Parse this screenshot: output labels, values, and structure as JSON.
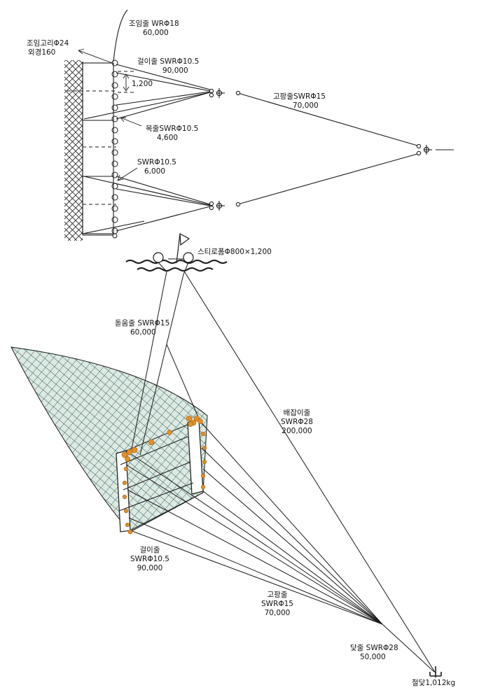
{
  "top_view": {
    "hanging_line_top": {
      "name": "조임줄 WRΦ18",
      "length": "60,000"
    },
    "ring": {
      "name": "조임고리Φ24",
      "detail": "외경160"
    },
    "hook_line": {
      "name": "걸이줄 SWRΦ10.5",
      "length": "90,000"
    },
    "spacing": "1,200",
    "main_line": {
      "name": "고팡줄SWRΦ15",
      "length": "70,000"
    },
    "neck_line": {
      "name": "목줄SWRΦ10.5",
      "length": "4,600"
    },
    "small_line": {
      "name": "SWRΦ10.5",
      "length": "6,000"
    }
  },
  "buoy": {
    "name": "스티로폼Φ800×1,200"
  },
  "side_view": {
    "buoy_line": {
      "name": "돋움줄 SWRΦ15",
      "length": "60,000"
    },
    "boat_line": {
      "name": "배잡이줄",
      "spec": "SWRΦ28",
      "length": "200,000"
    },
    "hook_line": {
      "name": "걸이줄",
      "spec": "SWRΦ10.5",
      "length": "90,000"
    },
    "main_line": {
      "name": "고팡줄",
      "spec": "SWRΦ15",
      "length": "70,000"
    },
    "anchor_line": {
      "name": "닻줄 SWRΦ28",
      "length": "50,000"
    },
    "anchor": {
      "name": "철닻1,012kg"
    }
  },
  "colors": {
    "line": "#1a1a1a",
    "net_fill": "#dde9e3",
    "net_mesh": "#2a5a50",
    "float": "#e0912b",
    "float_stroke": "#a0601a"
  }
}
